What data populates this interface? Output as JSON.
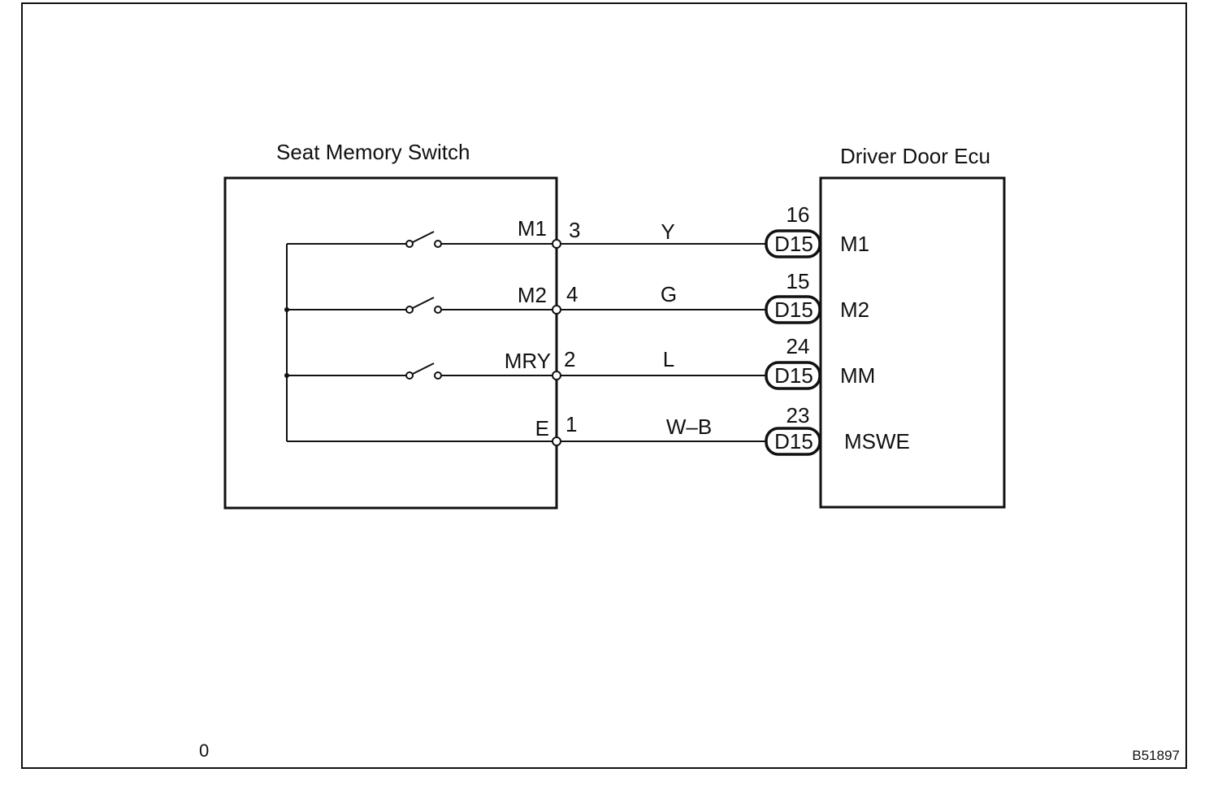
{
  "left_component": {
    "title": "Seat Memory Switch",
    "pins": [
      {
        "name": "M1",
        "number": "3"
      },
      {
        "name": "M2",
        "number": "4"
      },
      {
        "name": "MRY",
        "number": "2"
      },
      {
        "name": "E",
        "number": "1"
      }
    ]
  },
  "right_component": {
    "title": "Driver Door Ecu",
    "pins": [
      {
        "name": "M1",
        "number": "16",
        "connector": "D15"
      },
      {
        "name": "M2",
        "number": "15",
        "connector": "D15"
      },
      {
        "name": "MM",
        "number": "24",
        "connector": "D15"
      },
      {
        "name": "MSWE",
        "number": "23",
        "connector": "D15"
      }
    ]
  },
  "wires": [
    {
      "color_code": "Y"
    },
    {
      "color_code": "G"
    },
    {
      "color_code": "L"
    },
    {
      "color_code": "W–B"
    }
  ],
  "footer": {
    "left_mark": "0",
    "figure_id": "B51897"
  }
}
